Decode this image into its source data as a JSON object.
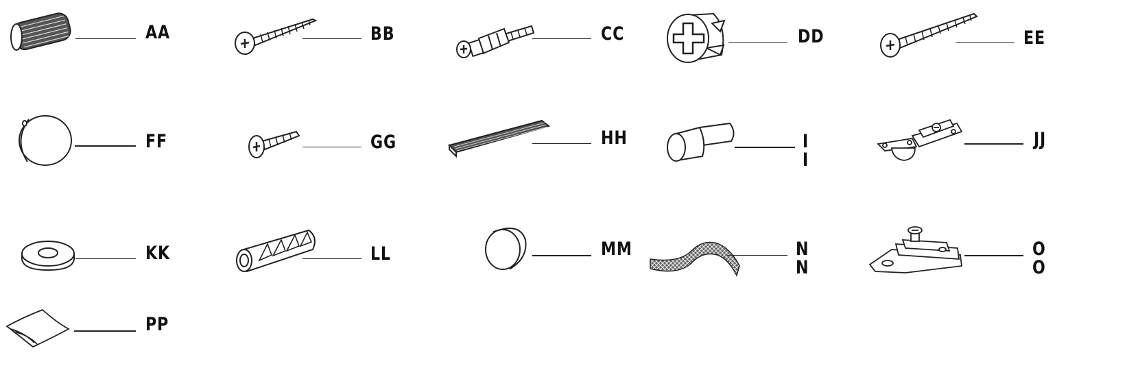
{
  "parts": [
    {
      "id": "AA",
      "label": "AA",
      "icon": "dowel-icon"
    },
    {
      "id": "BB",
      "label": "BB",
      "icon": "long-screw-icon"
    },
    {
      "id": "CC",
      "label": "CC",
      "icon": "cam-bolt-icon"
    },
    {
      "id": "DD",
      "label": "DD",
      "icon": "cam-lock-icon"
    },
    {
      "id": "EE",
      "label": "EE",
      "icon": "long-screw-icon"
    },
    {
      "id": "FF",
      "label": "FF",
      "icon": "cap-cover-icon"
    },
    {
      "id": "GG",
      "label": "GG",
      "icon": "short-screw-icon"
    },
    {
      "id": "HH",
      "label": "HH",
      "icon": "felt-strip-icon"
    },
    {
      "id": "II",
      "label": "I I",
      "icon": "shelf-pin-icon"
    },
    {
      "id": "JJ",
      "label": "JJ",
      "icon": "hinge-icon"
    },
    {
      "id": "KK",
      "label": "KK",
      "icon": "washer-icon"
    },
    {
      "id": "LL",
      "label": "LL",
      "icon": "wall-anchor-icon"
    },
    {
      "id": "MM",
      "label": "MM",
      "icon": "knob-icon"
    },
    {
      "id": "NN",
      "label": "N N",
      "icon": "strap-icon"
    },
    {
      "id": "OO",
      "label": "O O",
      "icon": "mounting-plate-icon"
    },
    {
      "id": "PP",
      "label": "PP",
      "icon": "bag-icon"
    }
  ]
}
